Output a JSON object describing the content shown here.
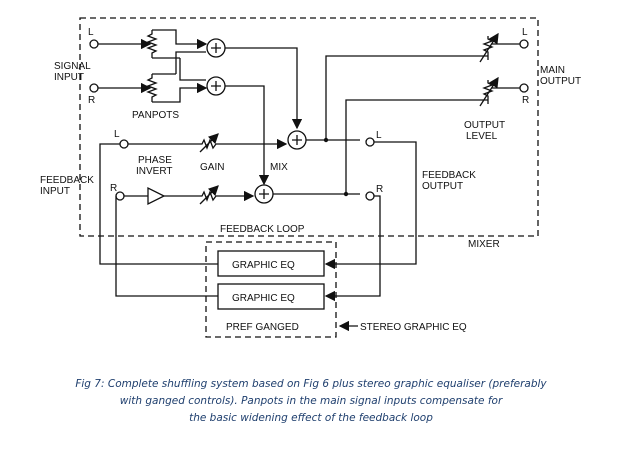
{
  "labels": {
    "signal_input_1": "SIGNAL",
    "signal_input_2": "INPUT",
    "in_l": "L",
    "in_r": "R",
    "panpots": "PANPOTS",
    "phase_invert_1": "PHASE",
    "phase_invert_2": "INVERT",
    "gain": "GAIN",
    "mix": "MIX",
    "fb_l": "L",
    "fb_r": "R",
    "feedback_input_1": "FEEDBACK",
    "feedback_input_2": "INPUT",
    "main_output_1": "MAIN",
    "main_output_2": "OUTPUT",
    "out_l": "L",
    "out_r": "R",
    "output_level_1": "OUTPUT",
    "output_level_2": "LEVEL",
    "feedback_output_1": "FEEDBACK",
    "feedback_output_2": "OUTPUT",
    "fbo_l": "L",
    "fbo_r": "R",
    "feedback_loop": "FEEDBACK LOOP",
    "mixer": "MIXER",
    "graphic_eq_1": "GRAPHIC EQ",
    "graphic_eq_2": "GRAPHIC EQ",
    "pref_ganged": "PREF GANGED",
    "stereo_graphic_eq": "STEREO GRAPHIC EQ"
  },
  "caption": {
    "line1": "Fig 7: Complete shuffling system based on Fig 6 plus stereo graphic equaliser (preferably",
    "line2": "with ganged controls). Panpots in the main signal inputs compensate for",
    "line3": "the basic widening effect of the feedback loop"
  },
  "colors": {
    "ink": "#111111",
    "caption": "#1f3f6e"
  }
}
